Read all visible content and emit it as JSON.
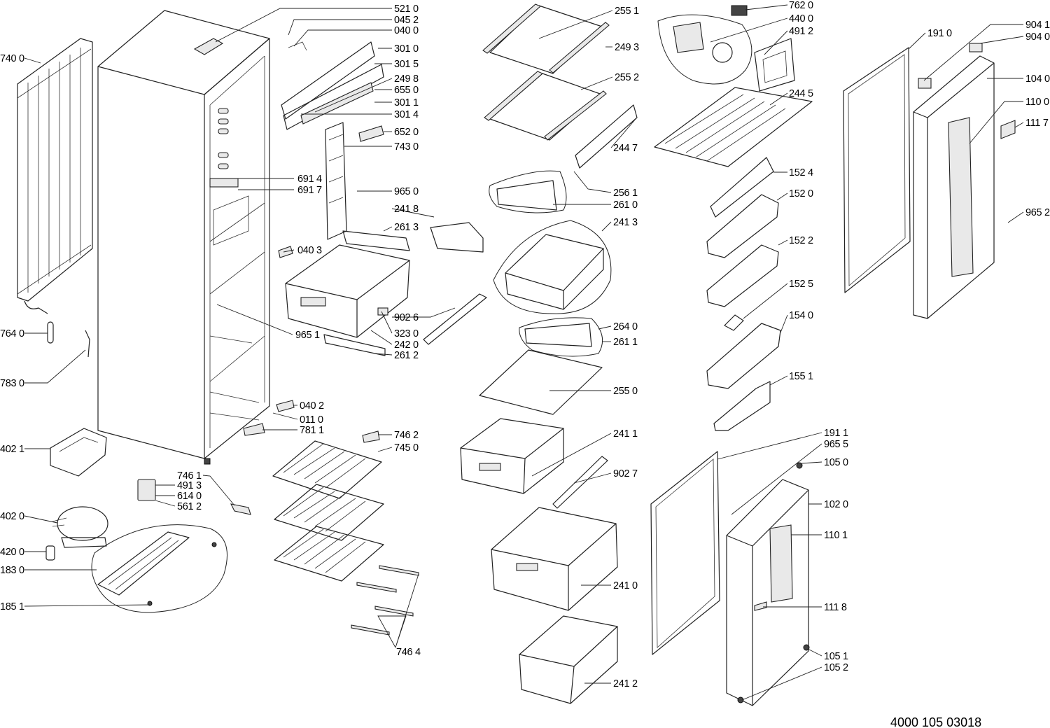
{
  "drawing_number": "4000 105 03018",
  "callouts": [
    {
      "label": "521 0"
    },
    {
      "label": "045 2"
    },
    {
      "label": "040 0"
    },
    {
      "label": "301 0"
    },
    {
      "label": "301 5"
    },
    {
      "label": "249 8"
    },
    {
      "label": "655 0"
    },
    {
      "label": "301 1"
    },
    {
      "label": "301 4"
    },
    {
      "label": "652 0"
    },
    {
      "label": "743 0"
    },
    {
      "label": "691 4"
    },
    {
      "label": "691 7"
    },
    {
      "label": "965 0"
    },
    {
      "label": "241 8"
    },
    {
      "label": "261 3"
    },
    {
      "label": "040 3"
    },
    {
      "label": "902 6"
    },
    {
      "label": "323 0"
    },
    {
      "label": "242 0"
    },
    {
      "label": "261 2"
    },
    {
      "label": "965 1"
    },
    {
      "label": "740 0"
    },
    {
      "label": "764 0"
    },
    {
      "label": "783 0"
    },
    {
      "label": "040 2"
    },
    {
      "label": "011 0"
    },
    {
      "label": "781 1"
    },
    {
      "label": "402 1"
    },
    {
      "label": "746 2"
    },
    {
      "label": "745 0"
    },
    {
      "label": "746 1"
    },
    {
      "label": "491 3"
    },
    {
      "label": "614 0"
    },
    {
      "label": "561 2"
    },
    {
      "label": "402 0"
    },
    {
      "label": "420 0"
    },
    {
      "label": "183 0"
    },
    {
      "label": "185 1"
    },
    {
      "label": "746 4"
    },
    {
      "label": "255 1"
    },
    {
      "label": "249 3"
    },
    {
      "label": "255 2"
    },
    {
      "label": "244 7"
    },
    {
      "label": "256 1"
    },
    {
      "label": "261 0"
    },
    {
      "label": "241 3"
    },
    {
      "label": "264 0"
    },
    {
      "label": "261 1"
    },
    {
      "label": "255 0"
    },
    {
      "label": "241 1"
    },
    {
      "label": "902 7"
    },
    {
      "label": "241 0"
    },
    {
      "label": "241 2"
    },
    {
      "label": "762 0"
    },
    {
      "label": "440 0"
    },
    {
      "label": "491 2"
    },
    {
      "label": "244 5"
    },
    {
      "label": "152 4"
    },
    {
      "label": "152 0"
    },
    {
      "label": "152 2"
    },
    {
      "label": "152 5"
    },
    {
      "label": "154 0"
    },
    {
      "label": "155 1"
    },
    {
      "label": "191 0"
    },
    {
      "label": "904 1"
    },
    {
      "label": "904 0"
    },
    {
      "label": "104 0"
    },
    {
      "label": "110 0"
    },
    {
      "label": "111 7"
    },
    {
      "label": "965 2"
    },
    {
      "label": "191 1"
    },
    {
      "label": "965 5"
    },
    {
      "label": "105 0"
    },
    {
      "label": "102 0"
    },
    {
      "label": "110 1"
    },
    {
      "label": "111 8"
    },
    {
      "label": "105 1"
    },
    {
      "label": "105 2"
    }
  ]
}
